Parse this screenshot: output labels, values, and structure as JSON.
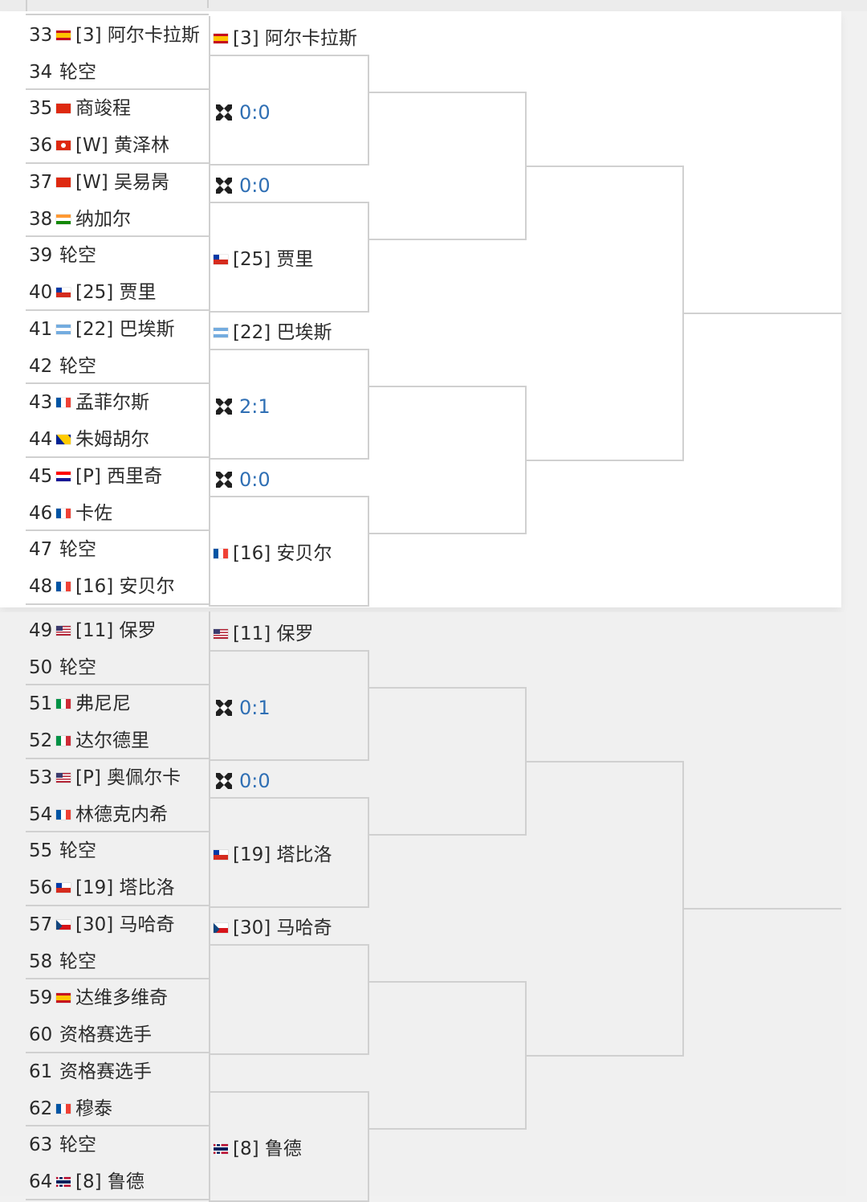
{
  "draw": {
    "top_section": {
      "first_round": [
        {
          "num": "33",
          "flag": "es",
          "name": "[3] 阿尔卡拉斯"
        },
        {
          "num": "34",
          "flag": "",
          "name": "轮空"
        },
        {
          "num": "35",
          "flag": "cn",
          "name": "商竣程"
        },
        {
          "num": "36",
          "flag": "hk",
          "name": "[W] 黄泽林"
        },
        {
          "num": "37",
          "flag": "cn",
          "name": "[W] 吴易昺"
        },
        {
          "num": "38",
          "flag": "in",
          "name": "纳加尔"
        },
        {
          "num": "39",
          "flag": "",
          "name": "轮空"
        },
        {
          "num": "40",
          "flag": "cl",
          "name": "[25] 贾里"
        },
        {
          "num": "41",
          "flag": "ar",
          "name": "[22] 巴埃斯"
        },
        {
          "num": "42",
          "flag": "",
          "name": "轮空"
        },
        {
          "num": "43",
          "flag": "fr",
          "name": "孟菲尔斯"
        },
        {
          "num": "44",
          "flag": "ba",
          "name": "朱姆胡尔"
        },
        {
          "num": "45",
          "flag": "hr",
          "name": "[P] 西里奇"
        },
        {
          "num": "46",
          "flag": "fr",
          "name": "卡佐"
        },
        {
          "num": "47",
          "flag": "",
          "name": "轮空"
        },
        {
          "num": "48",
          "flag": "fr",
          "name": "[16] 安贝尔"
        }
      ],
      "second_round": [
        {
          "type": "player",
          "flag": "es",
          "name": "[3] 阿尔卡拉斯"
        },
        {
          "type": "h2h",
          "score": "0:0"
        },
        {
          "type": "h2h",
          "score": "0:0"
        },
        {
          "type": "player",
          "flag": "cl",
          "name": "[25] 贾里"
        },
        {
          "type": "player",
          "flag": "ar",
          "name": "[22] 巴埃斯"
        },
        {
          "type": "h2h",
          "score": "2:1"
        },
        {
          "type": "h2h",
          "score": "0:0"
        },
        {
          "type": "player",
          "flag": "fr",
          "name": "[16] 安贝尔"
        }
      ]
    },
    "bottom_section": {
      "first_round": [
        {
          "num": "49",
          "flag": "us",
          "name": "[11] 保罗"
        },
        {
          "num": "50",
          "flag": "",
          "name": "轮空"
        },
        {
          "num": "51",
          "flag": "it",
          "name": "弗尼尼"
        },
        {
          "num": "52",
          "flag": "it",
          "name": "达尔德里"
        },
        {
          "num": "53",
          "flag": "us",
          "name": "[P] 奥佩尔卡"
        },
        {
          "num": "54",
          "flag": "fr",
          "name": "林德克内希"
        },
        {
          "num": "55",
          "flag": "",
          "name": "轮空"
        },
        {
          "num": "56",
          "flag": "cl",
          "name": "[19] 塔比洛"
        },
        {
          "num": "57",
          "flag": "cz",
          "name": "[30] 马哈奇"
        },
        {
          "num": "58",
          "flag": "",
          "name": "轮空"
        },
        {
          "num": "59",
          "flag": "es",
          "name": "达维多维奇"
        },
        {
          "num": "60",
          "flag": "",
          "name": "资格赛选手"
        },
        {
          "num": "61",
          "flag": "",
          "name": "资格赛选手"
        },
        {
          "num": "62",
          "flag": "fr",
          "name": "穆泰"
        },
        {
          "num": "63",
          "flag": "",
          "name": "轮空"
        },
        {
          "num": "64",
          "flag": "no",
          "name": "[8] 鲁德"
        }
      ],
      "second_round": [
        {
          "type": "player",
          "flag": "us",
          "name": "[11] 保罗"
        },
        {
          "type": "h2h",
          "score": "0:1"
        },
        {
          "type": "h2h",
          "score": "0:0"
        },
        {
          "type": "player",
          "flag": "cl",
          "name": "[19] 塔比洛"
        },
        {
          "type": "player",
          "flag": "cz",
          "name": "[30] 马哈奇"
        },
        {
          "type": "empty"
        },
        {
          "type": "empty"
        },
        {
          "type": "player",
          "flag": "no",
          "name": "[8] 鲁德"
        }
      ]
    }
  },
  "icons": {
    "h2h": "crossed-rackets-icon",
    "flags": {
      "es": "spain-flag-icon",
      "cn": "china-flag-icon",
      "hk": "hong-kong-flag-icon",
      "in": "india-flag-icon",
      "cl": "chile-flag-icon",
      "ar": "argentina-flag-icon",
      "fr": "france-flag-icon",
      "ba": "bosnia-flag-icon",
      "hr": "croatia-flag-icon",
      "us": "usa-flag-icon",
      "it": "italy-flag-icon",
      "cz": "czechia-flag-icon",
      "no": "norway-flag-icon"
    }
  },
  "colors": {
    "score": "#2f6fb4",
    "bracket_line": "#d0d0d0",
    "top_background": "#ffffff",
    "bottom_background": "#f0f0f0"
  }
}
